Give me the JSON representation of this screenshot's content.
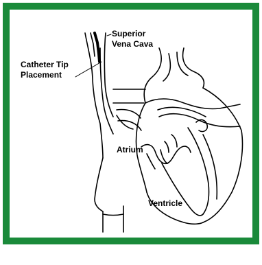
{
  "border_color": "#1a8a3a",
  "labels": {
    "superior_vena_cava_line1": "Superior",
    "superior_vena_cava_line2": "Vena Cava",
    "catheter_tip_line1": "Catheter Tip",
    "catheter_tip_line2": "Placement",
    "atrium": "Atrium",
    "ventricle": "Ventricle"
  }
}
